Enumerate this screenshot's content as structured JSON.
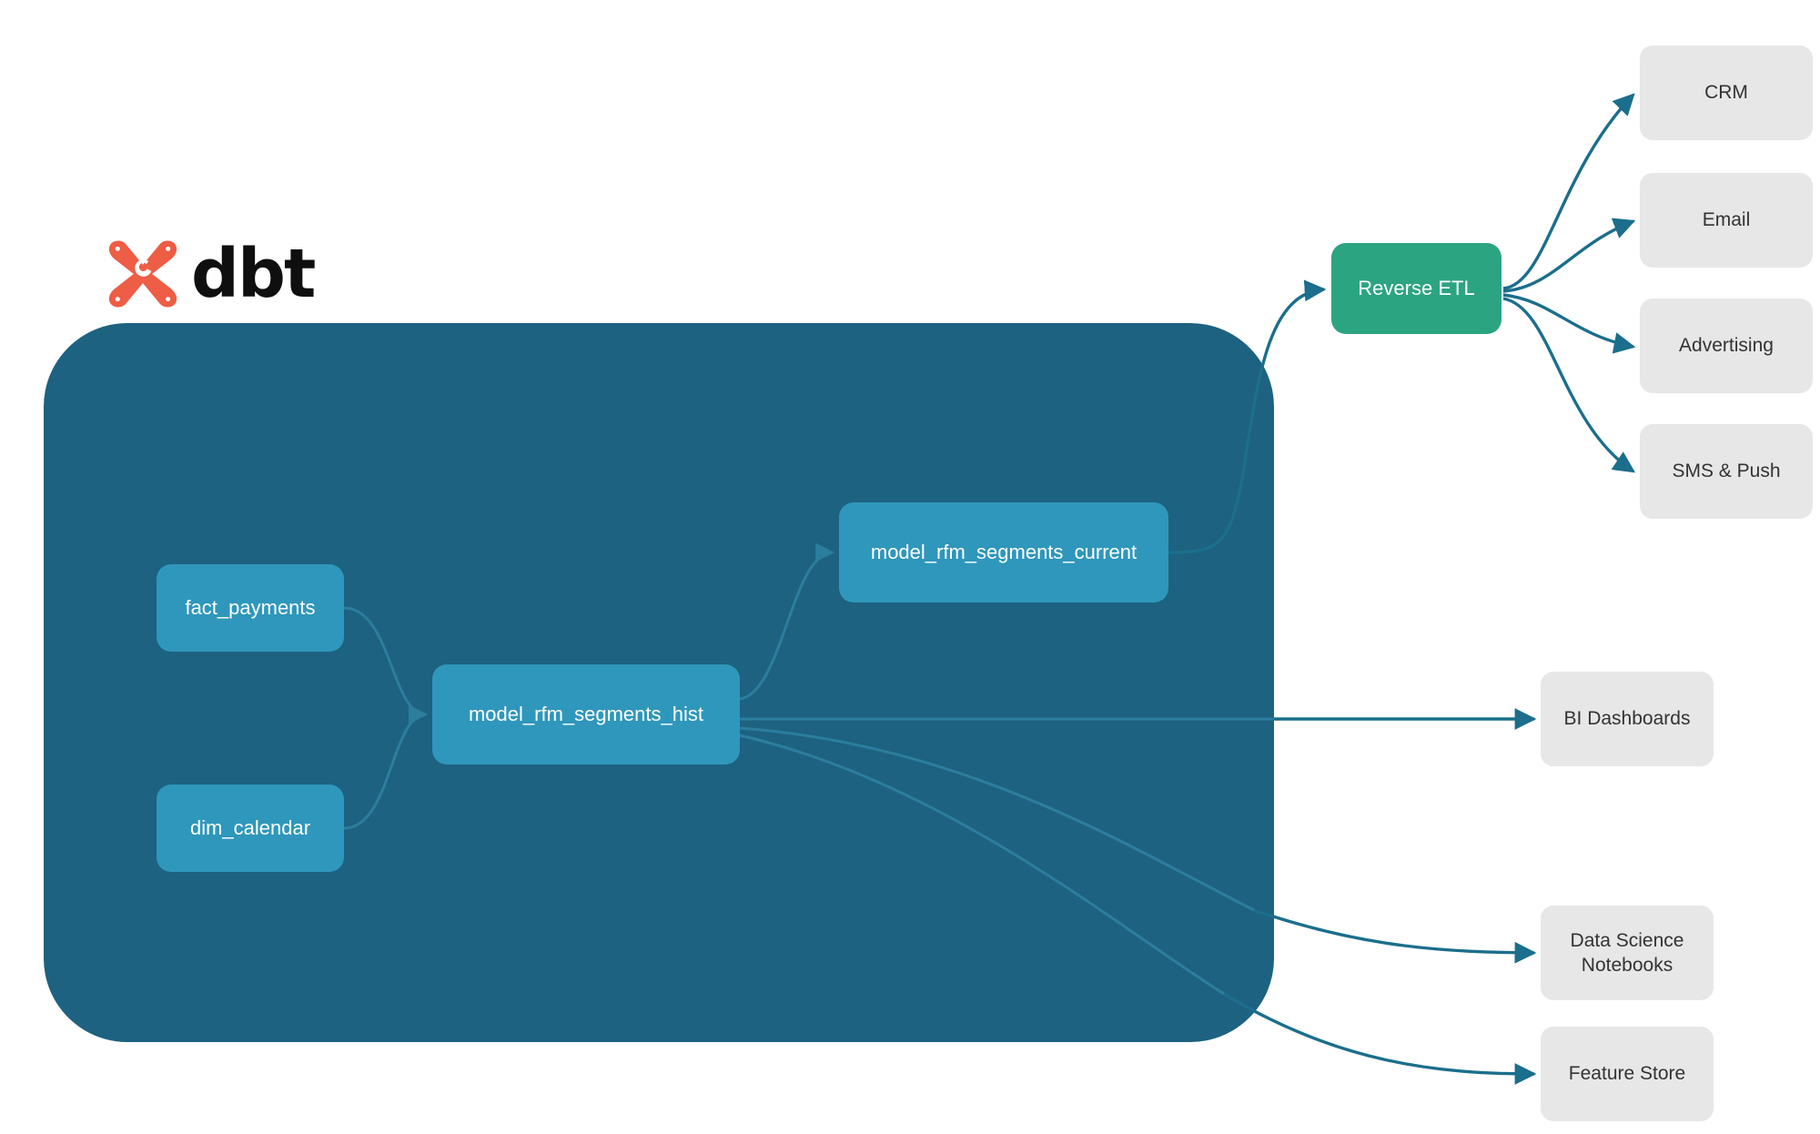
{
  "brand": {
    "logo_icon": "dbt-logo-icon",
    "wordmark": "dbt",
    "logo_color": "#ee5d45"
  },
  "colors": {
    "warehouse_container": "#1d6280",
    "model_node": "#2f97bb",
    "reverse_etl_node": "#2ba481",
    "destination_node": "#e7e7e7",
    "edge_inner": "#2b7e9e",
    "edge_outer": "#1b6e8c",
    "canvas": "#ffffff"
  },
  "warehouse": {
    "name": "dbt-project-container",
    "models": [
      {
        "id": "fact_payments",
        "label": "fact_payments"
      },
      {
        "id": "dim_calendar",
        "label": "dim_calendar"
      },
      {
        "id": "model_rfm_segments_hist",
        "label": "model_rfm_segments_hist"
      },
      {
        "id": "model_rfm_segments_current",
        "label": "model_rfm_segments_current"
      }
    ]
  },
  "activation": {
    "reverse_etl": {
      "id": "reverse_etl",
      "label": "Reverse ETL"
    },
    "destinations": [
      {
        "id": "crm",
        "label": "CRM"
      },
      {
        "id": "email",
        "label": "Email"
      },
      {
        "id": "advertising",
        "label": "Advertising"
      },
      {
        "id": "sms_push",
        "label": "SMS & Push"
      }
    ]
  },
  "consumers": [
    {
      "id": "bi_dashboards",
      "label": "BI Dashboards"
    },
    {
      "id": "ds_notebooks",
      "label": "Data Science\nNotebooks",
      "line1": "Data Science",
      "line2": "Notebooks"
    },
    {
      "id": "feature_store",
      "label": "Feature Store"
    }
  ],
  "edges": [
    {
      "from": "fact_payments",
      "to": "model_rfm_segments_hist",
      "style": "inner"
    },
    {
      "from": "dim_calendar",
      "to": "model_rfm_segments_hist",
      "style": "inner"
    },
    {
      "from": "model_rfm_segments_hist",
      "to": "model_rfm_segments_current",
      "style": "inner"
    },
    {
      "from": "model_rfm_segments_current",
      "to": "reverse_etl",
      "style": "outer"
    },
    {
      "from": "reverse_etl",
      "to": "crm",
      "style": "outer"
    },
    {
      "from": "reverse_etl",
      "to": "email",
      "style": "outer"
    },
    {
      "from": "reverse_etl",
      "to": "advertising",
      "style": "outer"
    },
    {
      "from": "reverse_etl",
      "to": "sms_push",
      "style": "outer"
    },
    {
      "from": "model_rfm_segments_hist",
      "to": "bi_dashboards",
      "style": "outer"
    },
    {
      "from": "model_rfm_segments_hist",
      "to": "ds_notebooks",
      "style": "outer"
    },
    {
      "from": "model_rfm_segments_hist",
      "to": "feature_store",
      "style": "outer"
    }
  ]
}
